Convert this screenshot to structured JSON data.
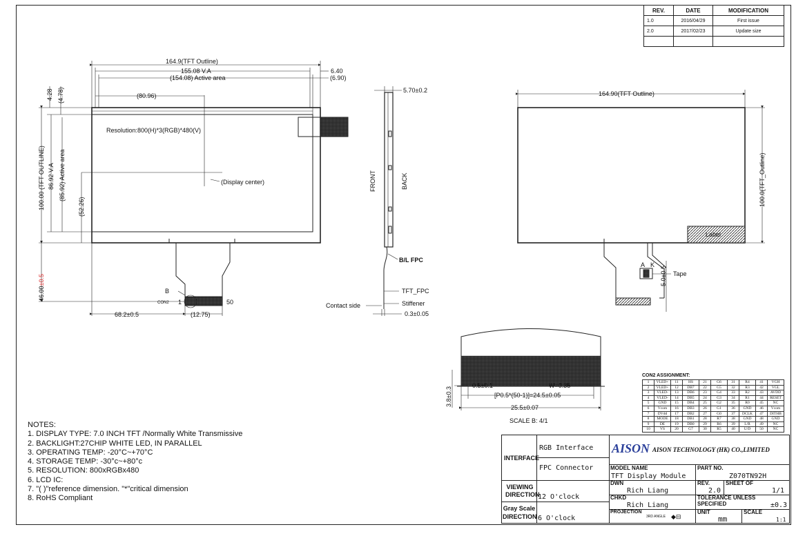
{
  "revision_table": {
    "headers": [
      "REV.",
      "DATE",
      "MODIFICATION"
    ],
    "rows": [
      [
        "1.0",
        "2016/04/29",
        "First issue"
      ],
      [
        "2.0",
        "2017/02/23",
        "Update size"
      ],
      [
        "",
        "",
        ""
      ]
    ]
  },
  "front_view": {
    "dim_outline_w": "164.9(TFT Outline)",
    "dim_va_w": "155.08  V.A",
    "dim_aa_w": "(154.08) Active area",
    "dim_right_gap": "6.40",
    "dim_right_gap2": "(6.90)",
    "dim_center_x": "(80.96)",
    "resolution": "Resolution:800(H)*3(RGB)*480(V)",
    "display_center": "(Display center)",
    "dim_top1": "4.28",
    "dim_top2": "(4.78)",
    "dim_outline_h": "100.00 (TFT OUTLINE)",
    "dim_va_h": "86.92 V.A",
    "dim_aa_h": "(85.92) Active area",
    "dim_center_y": "(52.26)",
    "dim_fpc_len_base": "46.00",
    "dim_fpc_len_tol": "±0.5",
    "dim_fpc_offset": "68.2±0.5",
    "dim_conn_w": "(12.75)",
    "label_b": "B",
    "label_con2": "CON2",
    "pin_1": "1",
    "pin_50": "50"
  },
  "side_view": {
    "thickness": "5.70±0.2",
    "front": "FRONT",
    "back": "BACK",
    "bl_fpc": "B/L FPC",
    "tft_fpc": "TFT_FPC",
    "stiffener": "Stiffener",
    "contact_side": "Contact side",
    "stiffener_t": "0.3±0.05"
  },
  "back_view": {
    "dim_outline_w": "164.90(TFT Outline)",
    "dim_outline_h": "100.0(TFT_Outline)",
    "label": "Label",
    "a": "A",
    "k": "K",
    "tape": "Tape",
    "dim_tape": "5.0±0.5"
  },
  "detail_b": {
    "d1": "0.5±0.1",
    "w": "W=0.35",
    "pitch": "[P0.5*(50-1)]=24.5±0.05",
    "total": "25.5±0.07",
    "height": "3.8±0.3",
    "scale": "SCALE B: 4/1"
  },
  "notes": {
    "title": "NOTES:",
    "items": [
      "1. DISPLAY TYPE: 7.0 INCH TFT /Normally White Transmissive",
      "2. BACKLIGHT:27CHIP WHITE LED, IN PARALLEL",
      "3. OPERATING TEMP: -20°C~+70°C",
      "4. STORAGE TEMP: -30°c~+80°c",
      "5. RESOLUTION: 800xRGBx480",
      "6. LCD IC:",
      "7. \"( )\"reference dimension. \"*\"critical dimension",
      "8. RoHS Compliant"
    ]
  },
  "com2": {
    "title": "CON2  ASSIGNMENT:",
    "rows": [
      [
        "1",
        "VLED+",
        "11",
        "HS",
        "21",
        "G6",
        "31",
        "R4",
        "41",
        "VGH"
      ],
      [
        "2",
        "VLED+",
        "12",
        "DB7",
        "22",
        "G5",
        "32",
        "R3",
        "42",
        "VGL"
      ],
      [
        "3",
        "VLED-",
        "13",
        "DB6",
        "23",
        "G4",
        "33",
        "R2",
        "43",
        "AVDD"
      ],
      [
        "4",
        "VLED-",
        "14",
        "DB5",
        "24",
        "G3",
        "34",
        "R1",
        "44",
        "RESET"
      ],
      [
        "5",
        "GND",
        "15",
        "DB4",
        "25",
        "G2",
        "35",
        "R0",
        "45",
        "NC"
      ],
      [
        "6",
        "Vcom",
        "16",
        "DB3",
        "26",
        "G1",
        "36",
        "GND",
        "46",
        "Vcom"
      ],
      [
        "7",
        "DVdd",
        "17",
        "DB2",
        "27",
        "G0",
        "37",
        "DCLK",
        "47",
        "DITHB"
      ],
      [
        "8",
        "MODE",
        "18",
        "DB1",
        "28",
        "R7",
        "38",
        "GND",
        "48",
        "GND"
      ],
      [
        "9",
        "DE",
        "19",
        "DB0",
        "29",
        "R6",
        "39",
        "L/R",
        "49",
        "NC"
      ],
      [
        "10",
        "VS",
        "20",
        "G7",
        "30",
        "R5",
        "40",
        "U/D",
        "50",
        "NC"
      ]
    ]
  },
  "title_block": {
    "interface": "INTERFACE",
    "rgb": "RGB Interface",
    "fpc": "FPC Connector",
    "viewing": "VIEWING DIRECTION",
    "viewing_val": "12 O'clock",
    "gray": "Gray Scale DIRECTION",
    "gray_val": "6 O'clock",
    "logo": "AISON",
    "company": "AISON TECHNOLOGY (HK) CO.,LIMITED",
    "model_name_lbl": "MODEL NAME",
    "model_name": "TFT Display Module",
    "part_no_lbl": "PART NO.",
    "part_no": "Z070TN92H",
    "dwn_lbl": "DWN",
    "dwn": "Rich Liang",
    "rev_lbl": "REV.",
    "rev": "2.0",
    "sheet_lbl": "SHEET OF",
    "sheet": "1/1",
    "chkd_lbl": "CHKD",
    "chkd": "Rich Liang",
    "tol_lbl": "TOLERANCE UNLESS SPECIFIED",
    "tol": "±0.3",
    "proj_lbl": "PROJECTION",
    "proj": "3RD ANGLE",
    "unit_lbl": "UNIT",
    "unit": "mm",
    "scale_lbl": "SCALE",
    "scale": "1:1"
  }
}
